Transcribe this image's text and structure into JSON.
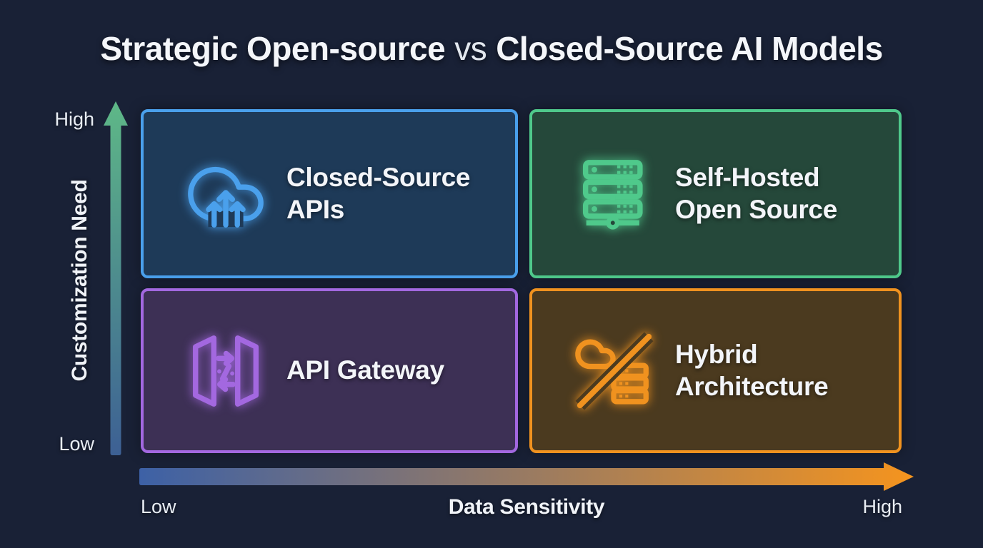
{
  "title": {
    "bold_left": "Strategic Open-source",
    "separator": "vs",
    "bold_right": "Closed-Source AI Models"
  },
  "y_axis": {
    "label": "Customization Need",
    "top_label": "High",
    "bottom_label": "Low",
    "gradient_top": "#5eb887",
    "gradient_bottom": "#3d6094"
  },
  "x_axis": {
    "label": "Data Sensitivity",
    "left_label": "Low",
    "right_label": "High",
    "gradient_left": "#3d61a6",
    "gradient_right": "#f5941e"
  },
  "quadrants": {
    "top_left": {
      "title_line1": "Closed-Source",
      "title_line2": "APIs",
      "icon": "cloud-upload-icon",
      "accent": "#4aa0ec",
      "fill": "#1e3a58"
    },
    "top_right": {
      "title_line1": "Self-Hosted",
      "title_line2": "Open Source",
      "icon": "server-rack-icon",
      "accent": "#4fc98b",
      "fill": "#25483a"
    },
    "bottom_left": {
      "title_line1": "API Gateway",
      "icon": "api-gateway-icon",
      "accent": "#a368e0",
      "fill": "#3d3055"
    },
    "bottom_right": {
      "title_line1": "Hybrid",
      "title_line2": "Architecture",
      "icon": "cloud-server-hybrid-icon",
      "accent": "#f0921f",
      "fill": "#4b3a1f"
    }
  },
  "colors": {
    "page_background": "#192136",
    "title_text": "#f4f6fa",
    "card_text": "#f3f5f9"
  }
}
